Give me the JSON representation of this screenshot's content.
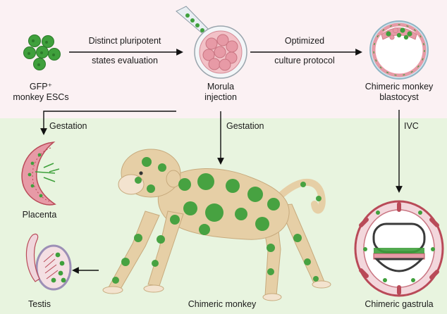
{
  "colors": {
    "top_band": "#fbf1f3",
    "bottom_band": "#e8f4df",
    "gfp_green": "#3fa03c",
    "gfp_dark": "#2c7a2a",
    "monkey_fur": "#e6cfa6",
    "morula_pink": "#e79aa6",
    "tissue_red": "#b94a58",
    "arrow": "#111111"
  },
  "nodes": {
    "escs": {
      "label_line1": "GFP⁺",
      "label_line2": "monkey ESCs"
    },
    "morula": {
      "label_line1": "Morula",
      "label_line2": "injection"
    },
    "blastocyst": {
      "label_line1": "Chimeric monkey",
      "label_line2": "blastocyst"
    },
    "placenta": {
      "label": "Placenta"
    },
    "testis": {
      "label": "Testis"
    },
    "monkey": {
      "label": "Chimeric monkey"
    },
    "gastrula": {
      "label": "Chimeric gastrula"
    }
  },
  "arrows": {
    "escs_to_morula": {
      "line1": "Distinct pluripotent",
      "line2": "states evaluation"
    },
    "morula_to_blastocyst": {
      "line1": "Optimized",
      "line2": "culture protocol"
    },
    "to_placenta": {
      "label": "Gestation"
    },
    "to_monkey": {
      "label": "Gestation"
    },
    "to_gastrula": {
      "label": "IVC"
    }
  },
  "icons": [
    "cell-cluster-icon",
    "pipette-icon",
    "morula-icon",
    "blastocyst-icon",
    "placenta-icon",
    "testis-icon",
    "monkey-icon",
    "gastrula-icon"
  ]
}
